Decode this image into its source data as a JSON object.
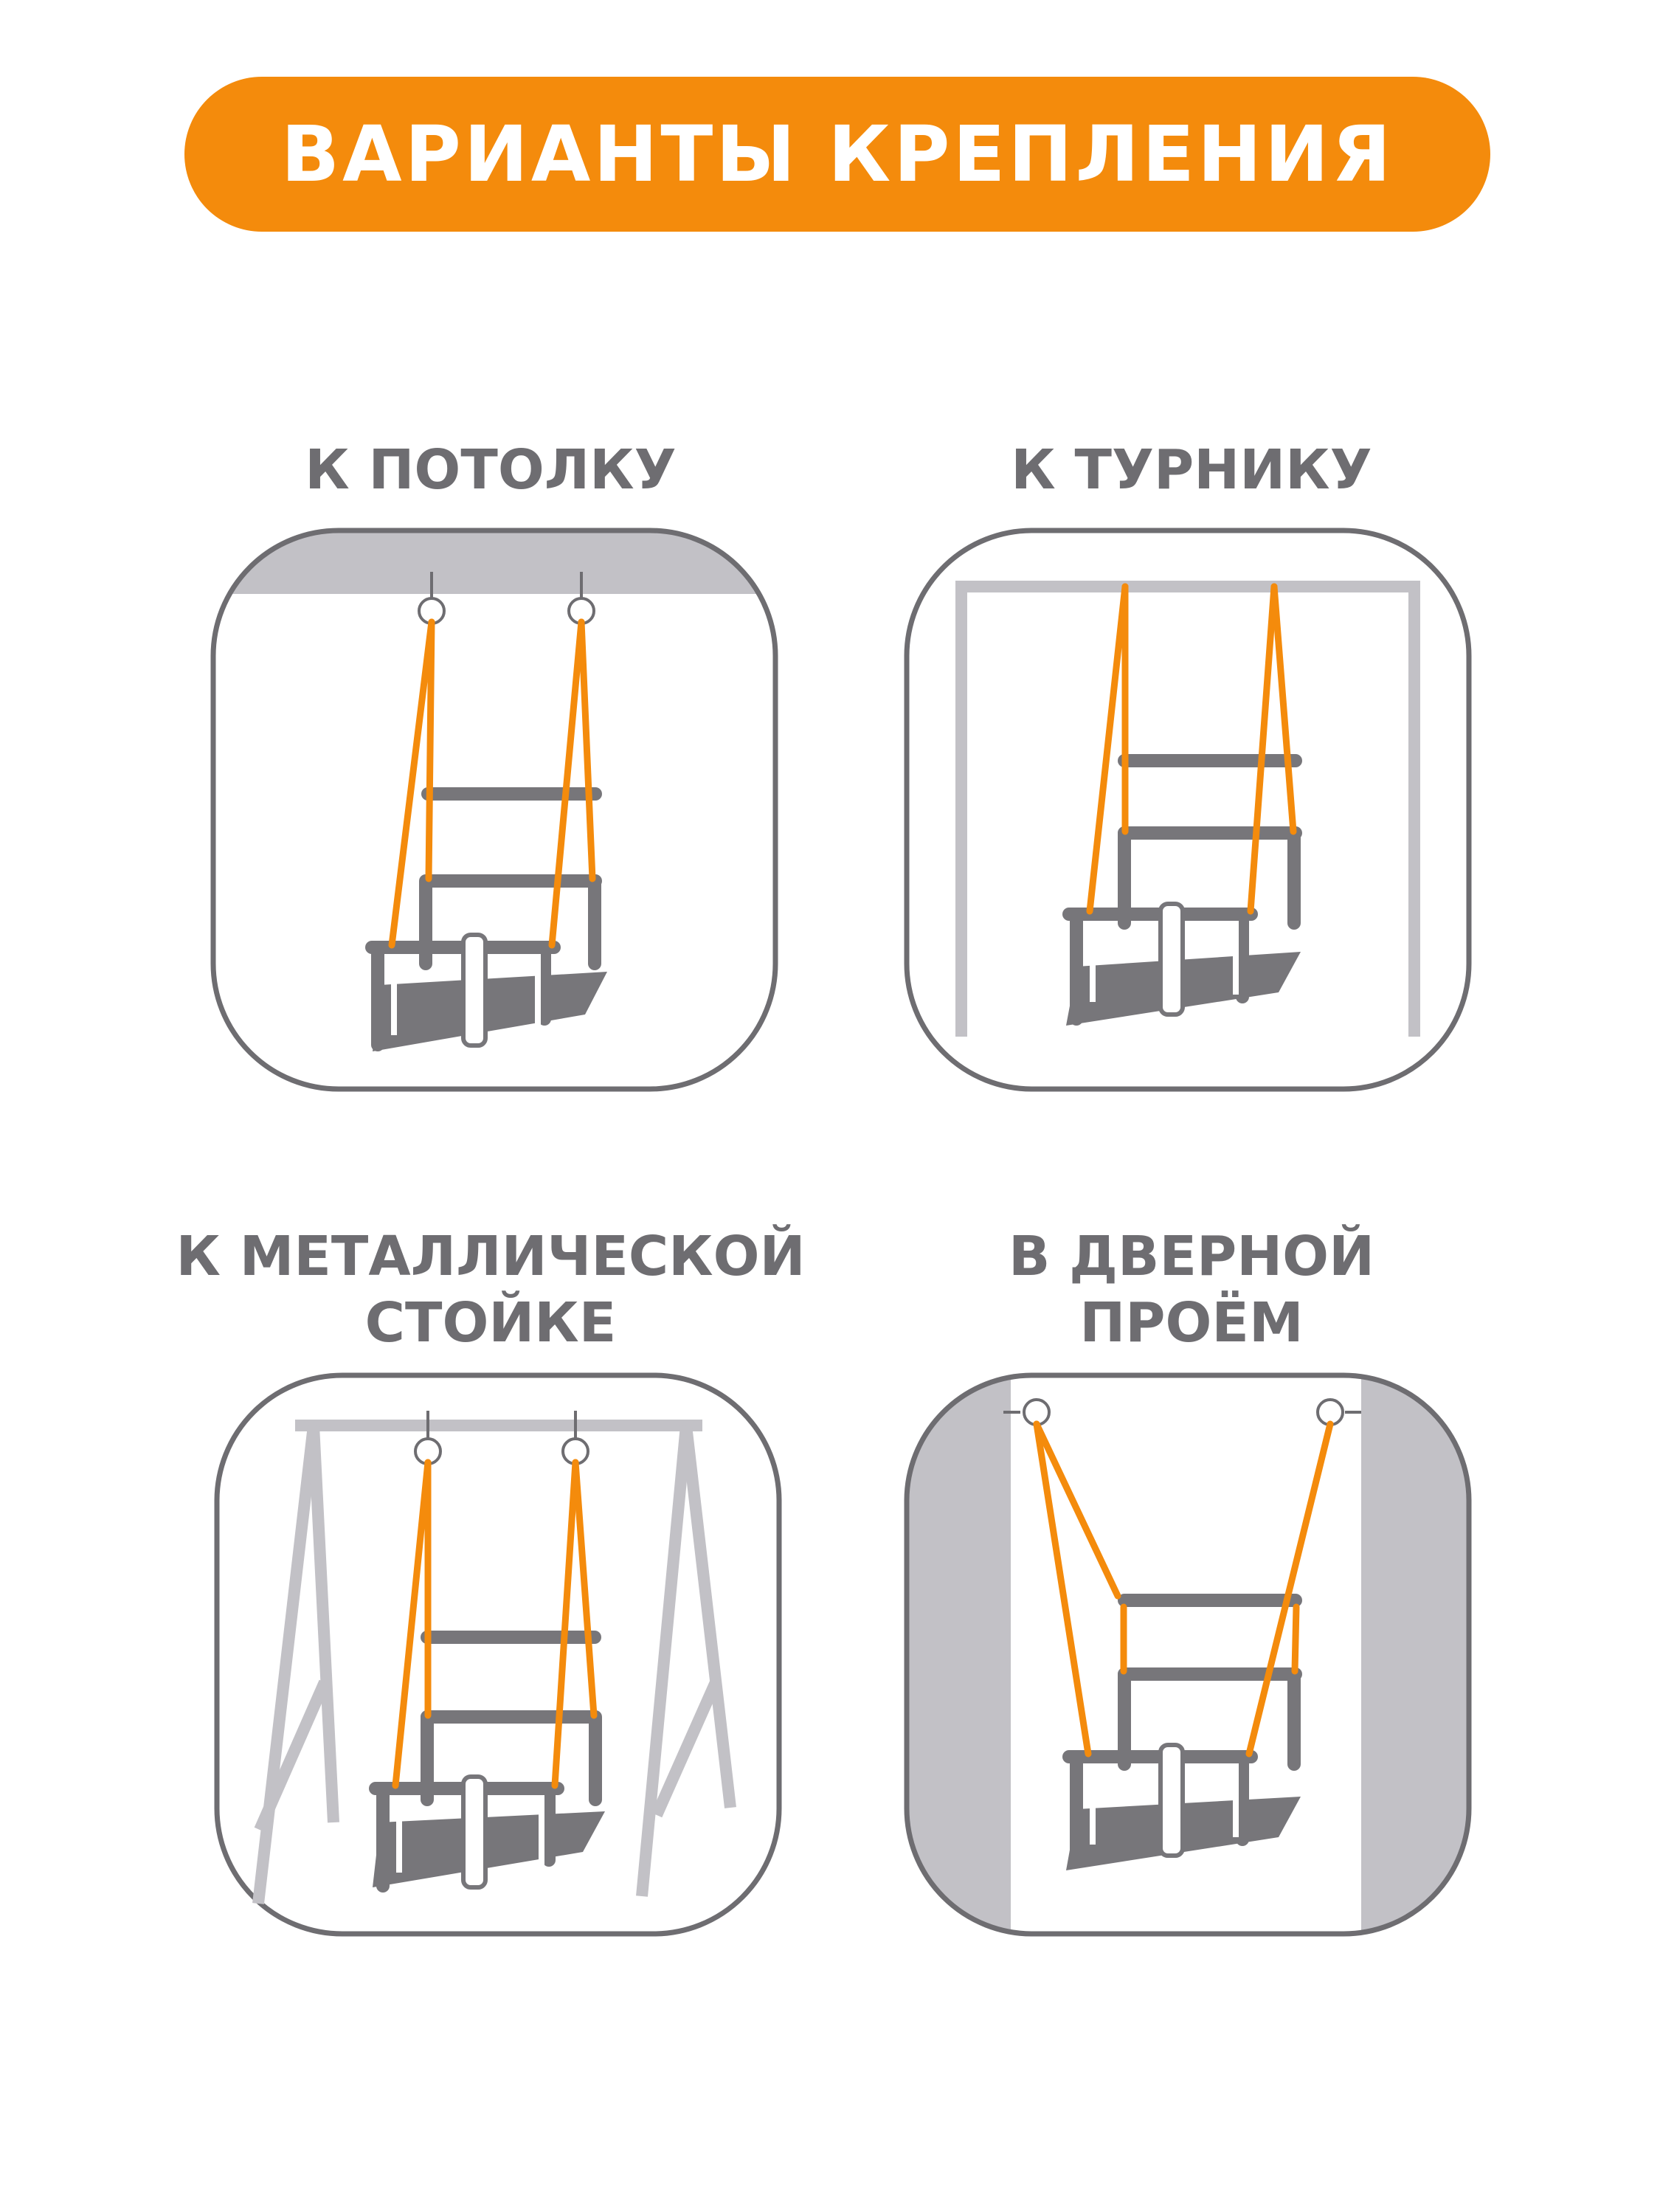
{
  "title": "ВАРИАНТЫ КРЕПЛЕНИЯ",
  "colors": {
    "accent": "#f48b0c",
    "frame": "#6e6d71",
    "seat": "#77767a",
    "structure": "#c2c1c6",
    "background": "#ffffff"
  },
  "options": [
    {
      "lines": [
        "К ПОТОЛКУ"
      ],
      "icon": "ceiling-mount-icon"
    },
    {
      "lines": [
        "К ТУРНИКУ"
      ],
      "icon": "pullup-bar-mount-icon"
    },
    {
      "lines": [
        "К МЕТАЛЛИЧЕСКОЙ",
        "СТОЙКЕ"
      ],
      "icon": "metal-stand-mount-icon"
    },
    {
      "lines": [
        "В ДВЕРНОЙ",
        "ПРОЁМ"
      ],
      "icon": "doorway-mount-icon"
    }
  ]
}
